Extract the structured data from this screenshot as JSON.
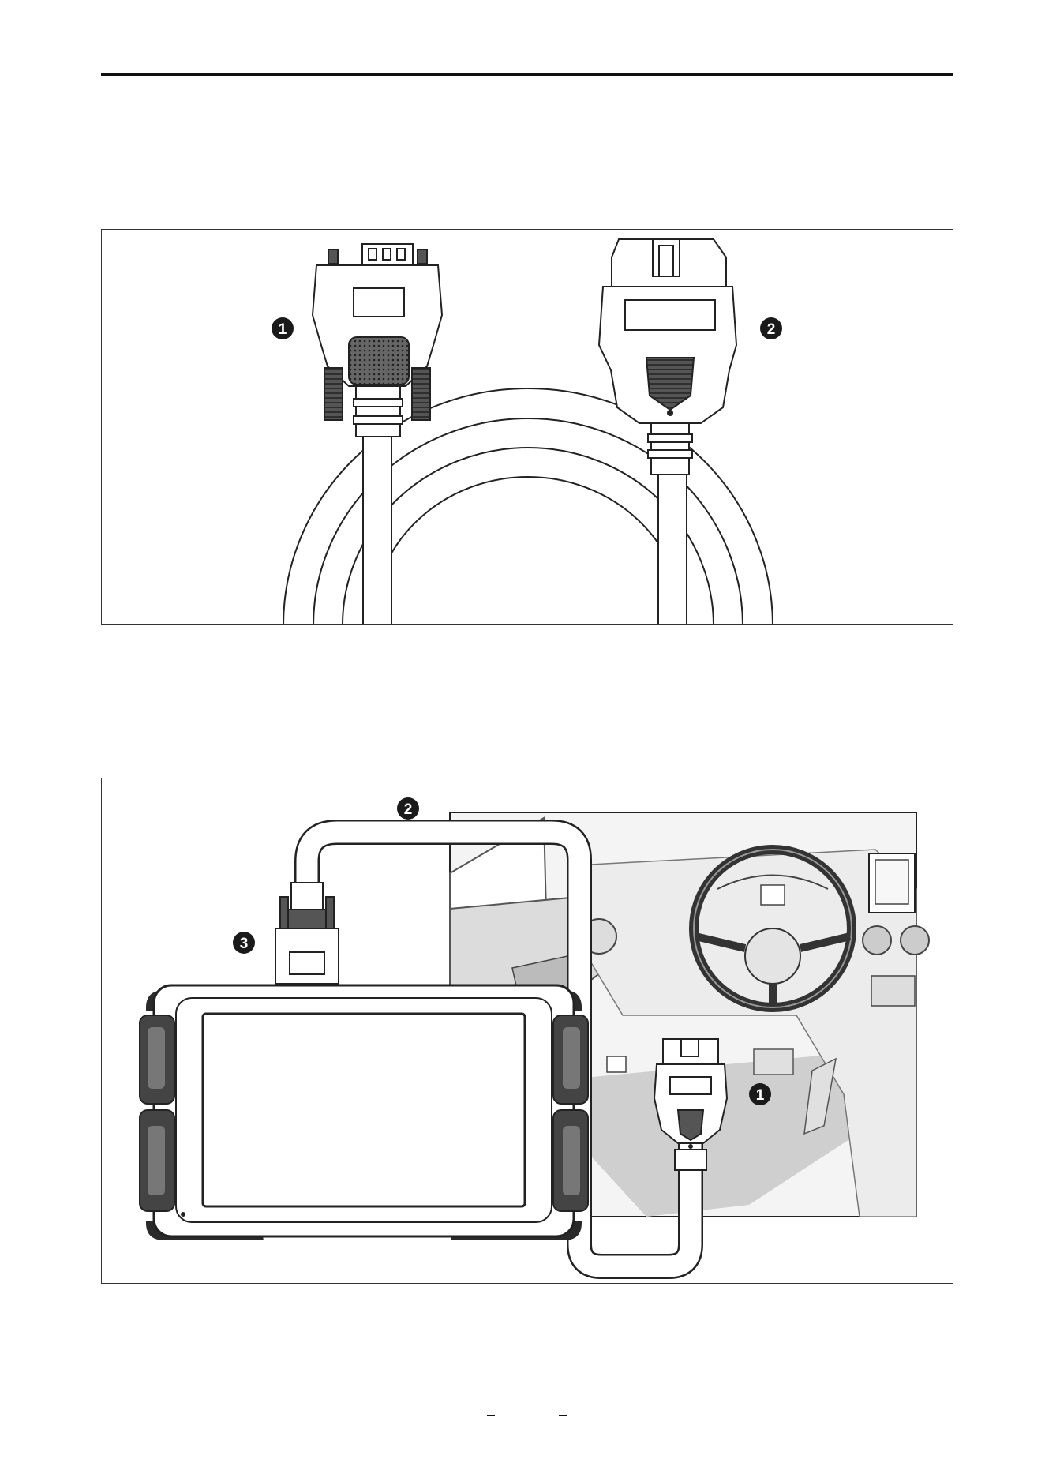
{
  "figure_cable": {
    "callouts": [
      "1",
      "2"
    ]
  },
  "figure_connection": {
    "callouts": [
      "1",
      "2",
      "3"
    ]
  },
  "colors": {
    "line": "#222222",
    "callout_fill": "#1a1a1a",
    "shade": "#d6d6d6",
    "dark_shade": "#555555"
  }
}
